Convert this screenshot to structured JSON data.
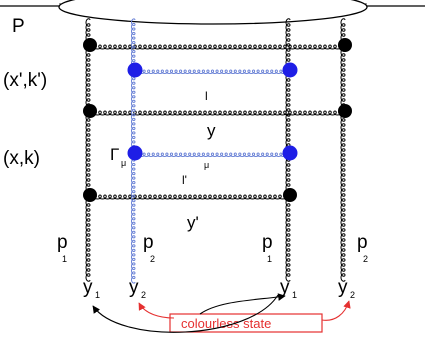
{
  "labels": {
    "proton": "P",
    "upper_momentum": "(x',k')",
    "lower_momentum": "(x,k)",
    "loop_l": "l",
    "rapidity_y": "y",
    "vertex_gamma": "Γ",
    "vertex_gamma_sub": "μ",
    "index_mu": "μ",
    "loop_l_prime": "l'",
    "rapidity_y_prime": "y'",
    "p1_left": "p",
    "p1_left_sub": "1",
    "p2_left": "p",
    "p2_left_sub": "2",
    "p1_right": "p",
    "p1_right_sub": "1",
    "p2_right": "p",
    "p2_right_sub": "2",
    "y1_left": "y",
    "y1_left_sub": "1",
    "y2_left": "y",
    "y2_left_sub": "2",
    "y1_right": "y",
    "y1_right_sub": "1",
    "y2_right": "y",
    "y2_right_sub": "2",
    "colourless_state": "colourless state"
  },
  "colors": {
    "ink": "#000000",
    "blue_gluon": "#6a82d6",
    "blue_vertex": "#1e1ee6",
    "arrow_red": "#e53030"
  }
}
